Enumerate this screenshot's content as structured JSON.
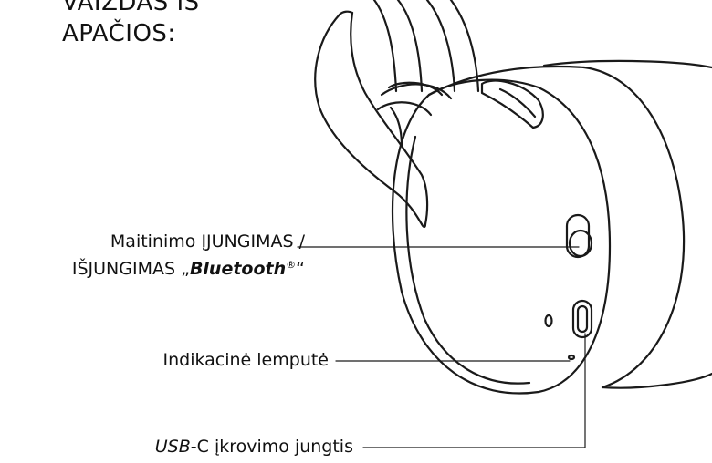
{
  "heading": {
    "line1": "VAIZDAS IŠ",
    "line2": "APAČIOS:"
  },
  "callouts": {
    "power": {
      "line1": "Maitinimo ĮJUNGIMAS /",
      "line2_prefix": "IŠJUNGIMAS „",
      "line2_brand": "Bluetooth",
      "line2_mark": "®",
      "line2_suffix": "“"
    },
    "indicator": {
      "label": "Indikacinė lemputė"
    },
    "usb": {
      "prefix": "USB",
      "label": "-C įkrovimo jungtis"
    }
  },
  "colors": {
    "line_art": "#1a1a1a",
    "text": "#111111",
    "background": "#ffffff"
  }
}
